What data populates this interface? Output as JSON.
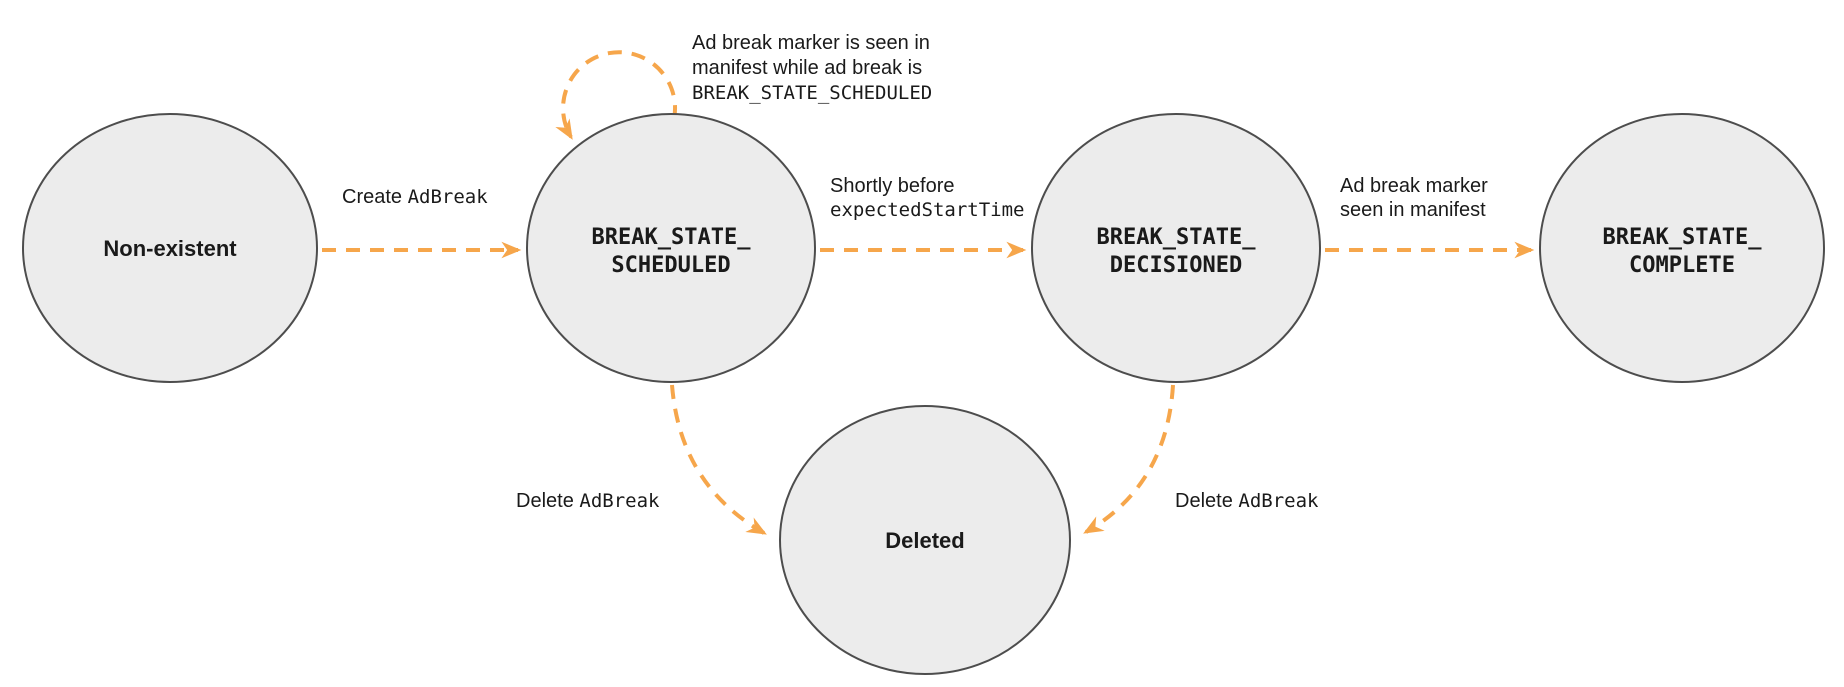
{
  "colors": {
    "arrow": "#F6A64B",
    "node_fill": "#ECECEC",
    "node_border": "#4D4D4D",
    "text": "#1A1A1A"
  },
  "nodes": {
    "non_existent": {
      "label": "Non-existent"
    },
    "scheduled": {
      "line1": "BREAK_STATE_",
      "line2": "SCHEDULED"
    },
    "decisioned": {
      "line1": "BREAK_STATE_",
      "line2": "DECISIONED"
    },
    "complete": {
      "line1": "BREAK_STATE_",
      "line2": "COMPLETE"
    },
    "deleted": {
      "label": "Deleted"
    }
  },
  "edges": {
    "create": {
      "text_plain": "Create ",
      "text_code": "AdBreak"
    },
    "self_loop": {
      "line1": "Ad break marker is seen in",
      "line2": "manifest while ad break is",
      "line3_code": "BREAK_STATE_SCHEDULED"
    },
    "to_decisioned": {
      "line1": "Shortly before",
      "line2_code": "expectedStartTime"
    },
    "to_complete": {
      "line1": "Ad break marker",
      "line2": "seen in manifest"
    },
    "delete_from_scheduled": {
      "text_plain": "Delete ",
      "text_code": "AdBreak"
    },
    "delete_from_decisioned": {
      "text_plain": "Delete ",
      "text_code": "AdBreak"
    }
  }
}
